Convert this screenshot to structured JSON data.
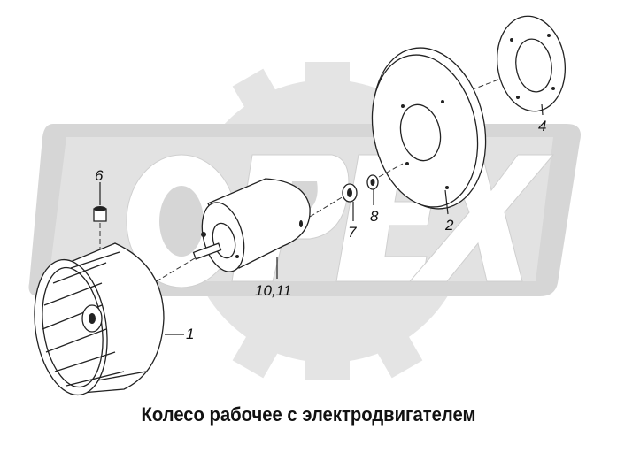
{
  "watermark": {
    "text": "OPEX"
  },
  "labels": {
    "part_1": "1",
    "part_2": "2",
    "part_4": "4",
    "part_6": "6",
    "part_7": "7",
    "part_8": "8",
    "part_10_11": "10,11"
  },
  "caption": "Колесо рабочее с электродвигателем"
}
